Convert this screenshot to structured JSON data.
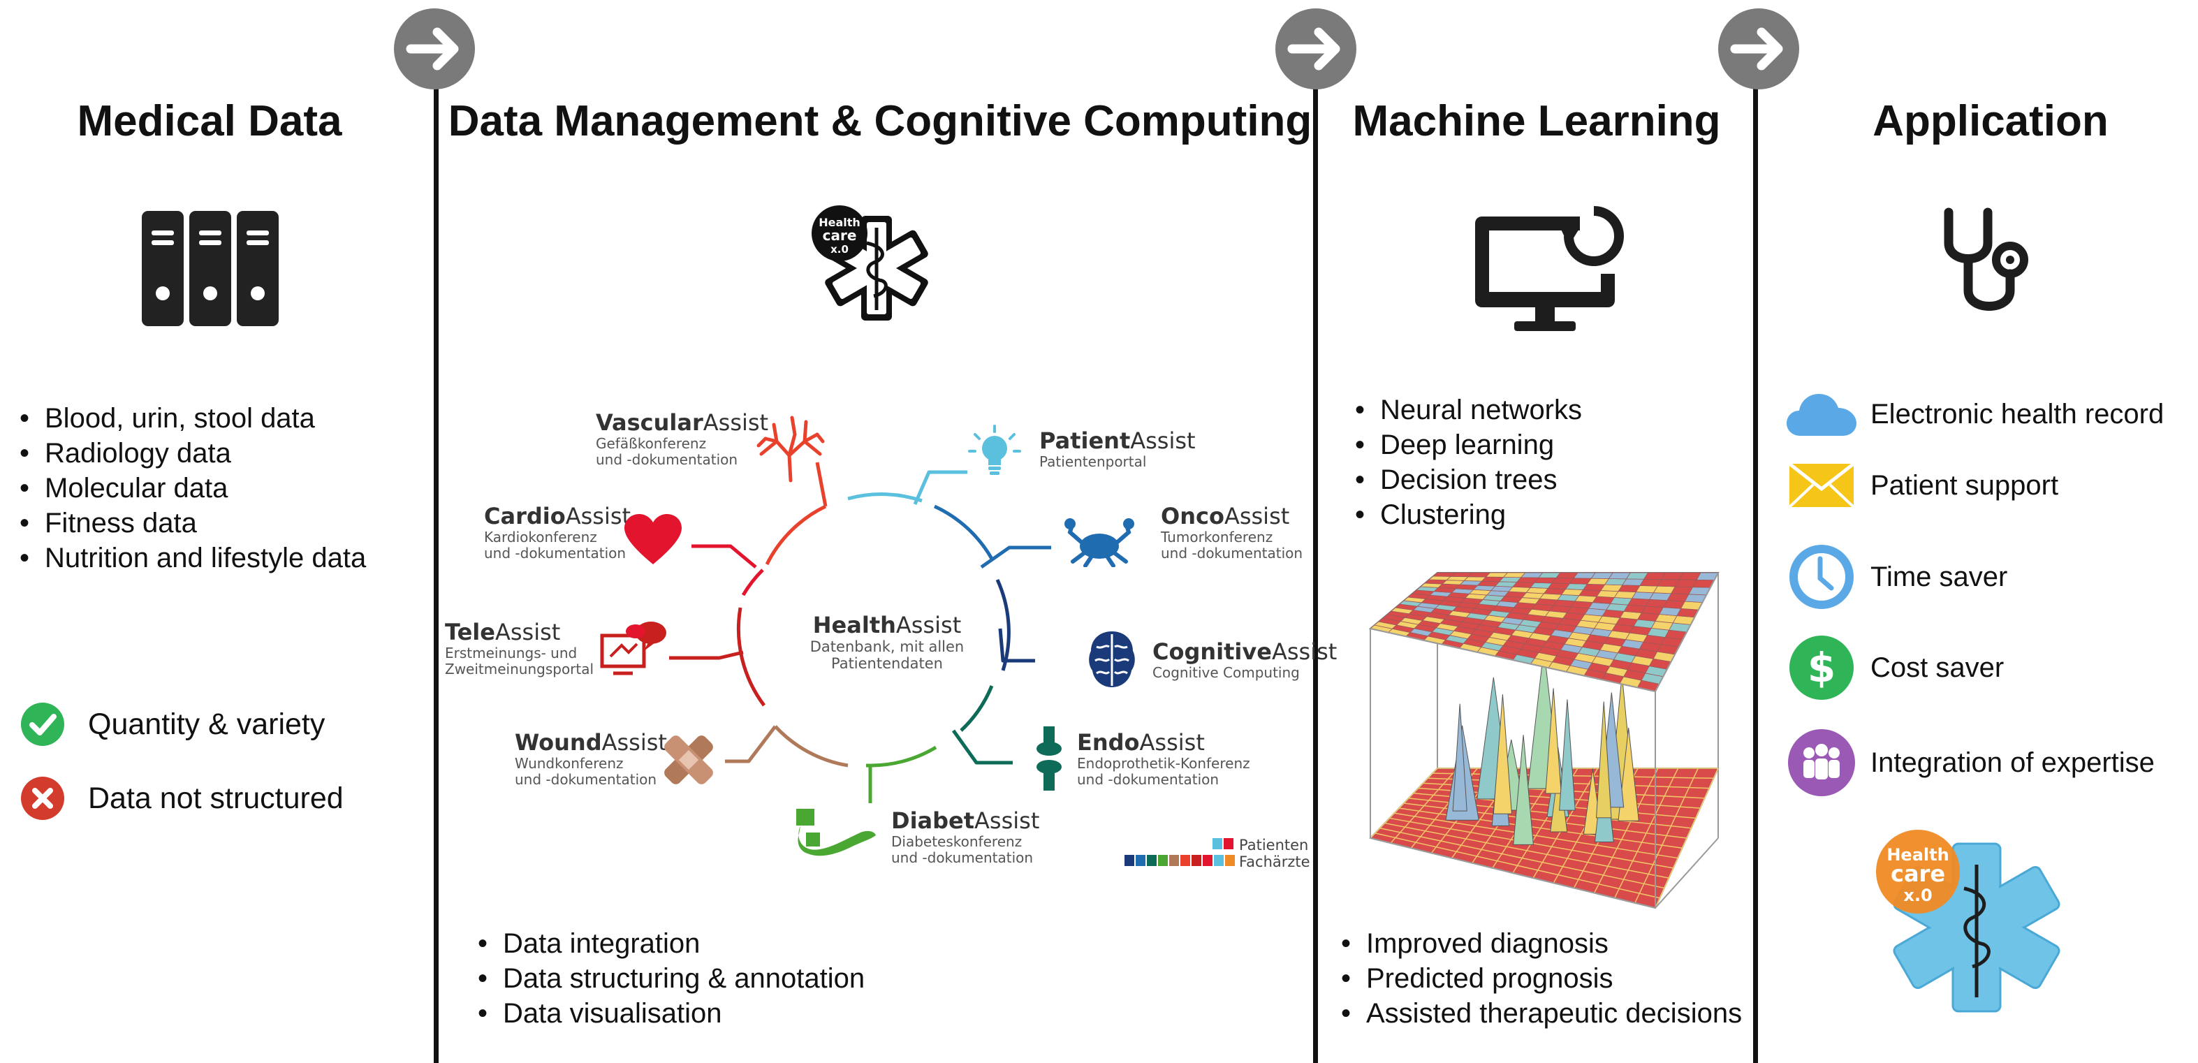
{
  "columns": [
    {
      "title": "Medical Data"
    },
    {
      "title": "Data Management & Cognitive Computing"
    },
    {
      "title": "Machine Learning"
    },
    {
      "title": "Application"
    }
  ],
  "medical_data": {
    "icon": "binders-icon",
    "bullets": [
      "Blood, urin, stool data",
      "Radiology data",
      "Molecular data",
      "Fitness data",
      "Nutrition and lifestyle data"
    ],
    "pros": "Quantity & variety",
    "cons": "Data not structured"
  },
  "data_management": {
    "logo": {
      "line1": "Health",
      "line2": "care",
      "line3": "x.0"
    },
    "hub": {
      "name_bold": "Health",
      "name_rest": "Assist",
      "sub1": "Datenbank, mit allen",
      "sub2": "Patientendaten"
    },
    "modules": [
      {
        "bold": "Vascular",
        "rest": "Assist",
        "sub1": "Gefäßkonferenz",
        "sub2": "und -dokumentation",
        "icon": "vessel-icon",
        "color": "#e8412c"
      },
      {
        "bold": "Patient",
        "rest": "Assist",
        "sub1": "Patientenportal",
        "sub2": "",
        "icon": "lightbulb-icon",
        "color": "#5bc0de"
      },
      {
        "bold": "Cardio",
        "rest": "Assist",
        "sub1": "Kardiokonferenz",
        "sub2": "und -dokumentation",
        "icon": "heart-icon",
        "color": "#e3142d"
      },
      {
        "bold": "Onco",
        "rest": "Assist",
        "sub1": "Tumorkonferenz",
        "sub2": "und -dokumentation",
        "icon": "crab-icon",
        "color": "#1f6cb0"
      },
      {
        "bold": "Tele",
        "rest": "Assist",
        "sub1": "Erstmeinungs- und",
        "sub2": "Zweitmeinungsportal",
        "icon": "chat-screen-icon",
        "color": "#c8201e"
      },
      {
        "bold": "Cognitive",
        "rest": "Assist",
        "sub1": "Cognitive Computing",
        "sub2": "",
        "icon": "brain-icon",
        "color": "#1a3a7a"
      },
      {
        "bold": "Wound",
        "rest": "Assist",
        "sub1": "Wundkonferenz",
        "sub2": "und -dokumentation",
        "icon": "bandage-icon",
        "color": "#b07a5a"
      },
      {
        "bold": "Endo",
        "rest": "Assist",
        "sub1": "Endoprothetik-Konferenz",
        "sub2": "und -dokumentation",
        "icon": "joint-icon",
        "color": "#0e6b58"
      },
      {
        "bold": "Diabet",
        "rest": "Assist",
        "sub1": "Diabeteskonferenz",
        "sub2": "und -dokumentation",
        "icon": "pancreas-icon",
        "color": "#4aa832"
      }
    ],
    "legend": {
      "label1": "Patienten",
      "label2": "Fachärzte"
    },
    "bullets": [
      "Data integration",
      "Data structuring & annotation",
      "Data visualisation"
    ]
  },
  "machine_learning": {
    "icon": "monitor-refresh-icon",
    "methods": [
      "Neural networks",
      "Deep learning",
      "Decision trees",
      "Clustering"
    ],
    "outcomes": [
      "Improved diagnosis",
      "Predicted prognosis",
      "Assisted therapeutic decisions"
    ]
  },
  "application": {
    "icon": "stethoscope-icon",
    "items": [
      {
        "label": "Electronic health record",
        "icon": "cloud-icon",
        "color": "#5aa9e6"
      },
      {
        "label": "Patient support",
        "icon": "envelope-icon",
        "color": "#f5c518"
      },
      {
        "label": "Time saver",
        "icon": "clock-icon",
        "color": "#5aa9e6"
      },
      {
        "label": "Cost saver",
        "icon": "dollar-icon",
        "color": "#2fb457"
      },
      {
        "label": "Integration of expertise",
        "icon": "people-icon",
        "color": "#9b59b6"
      }
    ],
    "logo": {
      "line1": "Health",
      "line2": "care",
      "line3": "x.0"
    }
  },
  "colors": {
    "arrow": "#7a7a7a",
    "check": "#2fb457",
    "cross": "#d33b2c"
  }
}
